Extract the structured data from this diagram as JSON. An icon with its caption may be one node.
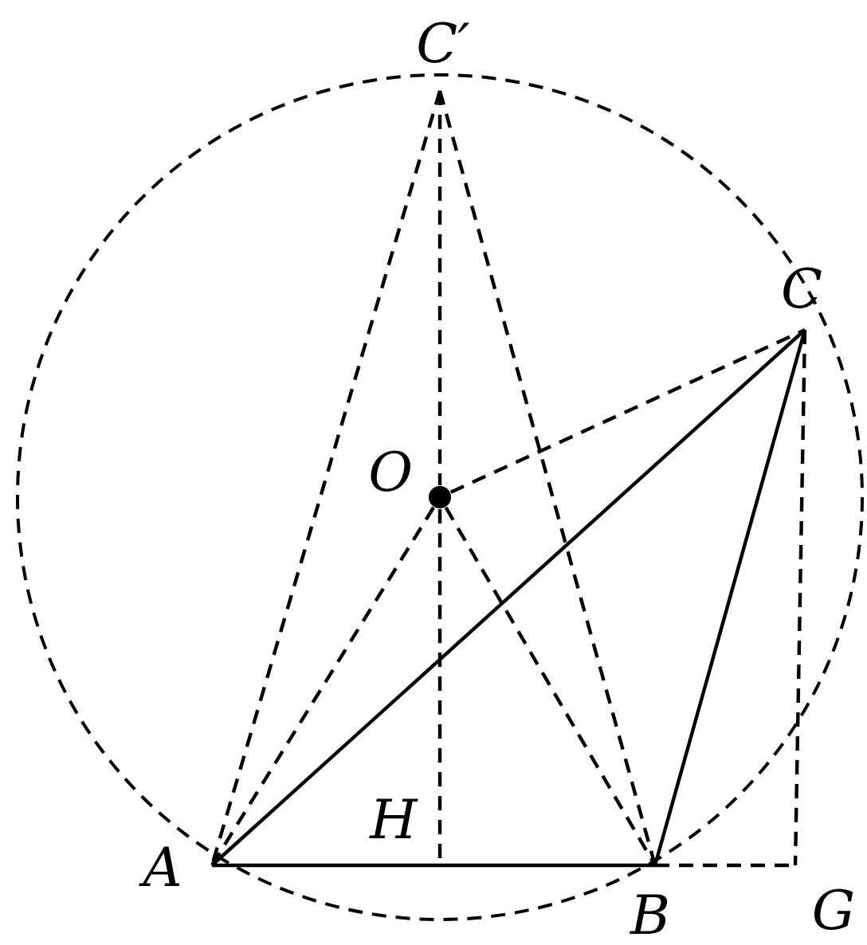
{
  "diagram": {
    "nodes": [
      {
        "text": [
          "C′"
        ]
      },
      {
        "text": [
          "C"
        ]
      },
      {
        "text": [
          "O"
        ]
      },
      {
        "text": [
          "A"
        ]
      },
      {
        "text": [
          "H"
        ]
      },
      {
        "text": [
          "B"
        ]
      },
      {
        "text": [
          "G"
        ]
      }
    ],
    "edges": [
      {
        "from": 3,
        "to": 1,
        "arrow": "none"
      },
      {
        "from": 3,
        "to": 5,
        "arrow": "none"
      },
      {
        "from": 5,
        "to": 1,
        "arrow": "none"
      },
      {
        "from": 0,
        "to": 3,
        "arrow": "none",
        "style": "dashed"
      },
      {
        "from": 0,
        "to": 5,
        "arrow": "none",
        "style": "dashed"
      },
      {
        "from": 0,
        "to": 2,
        "arrow": "none",
        "style": "dashed"
      },
      {
        "from": 2,
        "to": 4,
        "arrow": "none",
        "style": "dashed"
      },
      {
        "from": 2,
        "to": 3,
        "arrow": "none",
        "style": "dashed"
      },
      {
        "from": 2,
        "to": 5,
        "arrow": "none",
        "style": "dashed"
      },
      {
        "from": 2,
        "to": 1,
        "arrow": "none",
        "style": "dashed"
      },
      {
        "from": 1,
        "to": 6,
        "arrow": "none",
        "style": "dashed"
      },
      {
        "from": 5,
        "to": 6,
        "arrow": "none",
        "style": "dashed"
      }
    ]
  }
}
